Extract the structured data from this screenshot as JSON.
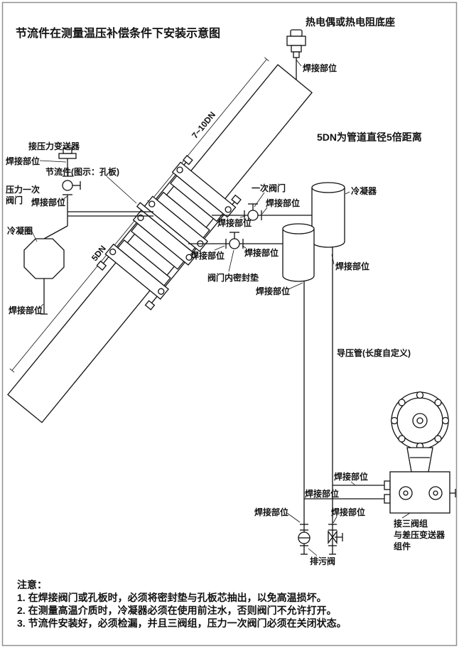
{
  "title": "节流件在测量温压补偿条件下安装示意图",
  "labels": {
    "weld": "焊接部位",
    "thermocouple_base": "热电偶或热电阻底座",
    "dim_7_10dn": "7~10DN",
    "dim_5dn": "5DN",
    "dn_note": "5DN为管道直径5倍距离",
    "pressure_transmitter_conn": "接压力变送器",
    "throttle_device": "节流件(图示：孔板)",
    "pressure_primary_valve_line1": "压力一次",
    "pressure_primary_valve_line2": "阀门",
    "condensing_ring": "冷凝圈",
    "primary_valve": "一次阀门",
    "condenser": "冷凝器",
    "valve_inner_gasket": "阀门内密封垫",
    "impulse_pipe": "导压管(长度自定义)",
    "manifold_line1": "接三阀组",
    "manifold_line2": "与差压变送器",
    "manifold_line3": "组件",
    "drain_valve": "排污阀"
  },
  "notes": {
    "heading": "注意：",
    "items": [
      "1. 在焊接阀门或孔板时，必须将密封垫与孔板芯抽出，以免高温损坏。",
      "2. 在测量高温介质时，冷凝器必须在使用前注水，否则阀门不允许打开。",
      "3. 节流件安装好，必须检漏，并且三阀组，压力一次阀门必须在关闭状态。"
    ]
  }
}
